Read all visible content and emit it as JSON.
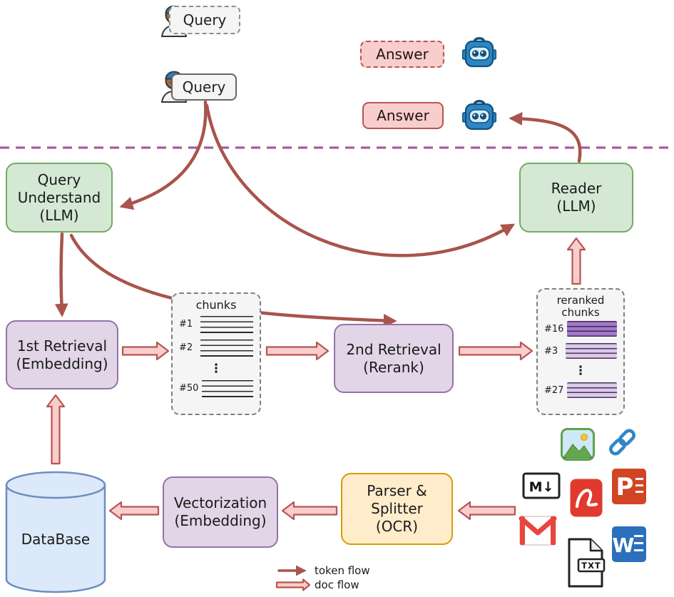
{
  "query_boxes": {
    "draft": "Query",
    "final": "Query"
  },
  "answer_boxes": {
    "draft": "Answer",
    "final": "Answer"
  },
  "nodes": {
    "query_understand": [
      "Query",
      "Understand",
      "(LLM)"
    ],
    "reader": [
      "Reader",
      "(LLM)"
    ],
    "first_retrieval": [
      "1st Retrieval",
      "(Embedding)"
    ],
    "second_retrieval": [
      "2nd Retrieval",
      "(Rerank)"
    ],
    "vectorization": [
      "Vectorization",
      "(Embedding)"
    ],
    "parser": [
      "Parser &",
      "Splitter",
      "(OCR)"
    ],
    "database": "DataBase"
  },
  "chunks_panel": {
    "title": "chunks",
    "items": [
      "#1",
      "#2",
      "⋮",
      "#50"
    ]
  },
  "reranked_panel": {
    "title": [
      "reranked",
      "chunks"
    ],
    "items": [
      "#16",
      "#3",
      "⋮",
      "#27"
    ]
  },
  "legend": {
    "token_flow": "token flow",
    "doc_flow": "doc flow"
  },
  "icon_labels": {
    "markdown": "M↓",
    "txt": "TXT",
    "powerpoint": "P",
    "word": "W"
  },
  "colors": {
    "token_arrow": "#a9544c",
    "doc_arrow_fill": "#f8cecc",
    "doc_arrow_stroke": "#b85450",
    "green_fill": "#d5e8d4",
    "green_stroke": "#74ab62",
    "purple_fill": "#e1d5e7",
    "purple_stroke": "#9673a6",
    "orange_fill": "#ffeccb",
    "orange_stroke": "#d79b00",
    "database_fill": "#dce9fb",
    "database_stroke": "#6c8ebf",
    "answer_fill": "#f8cecc",
    "answer_stroke": "#b85450",
    "separator": "#a65aa6"
  }
}
